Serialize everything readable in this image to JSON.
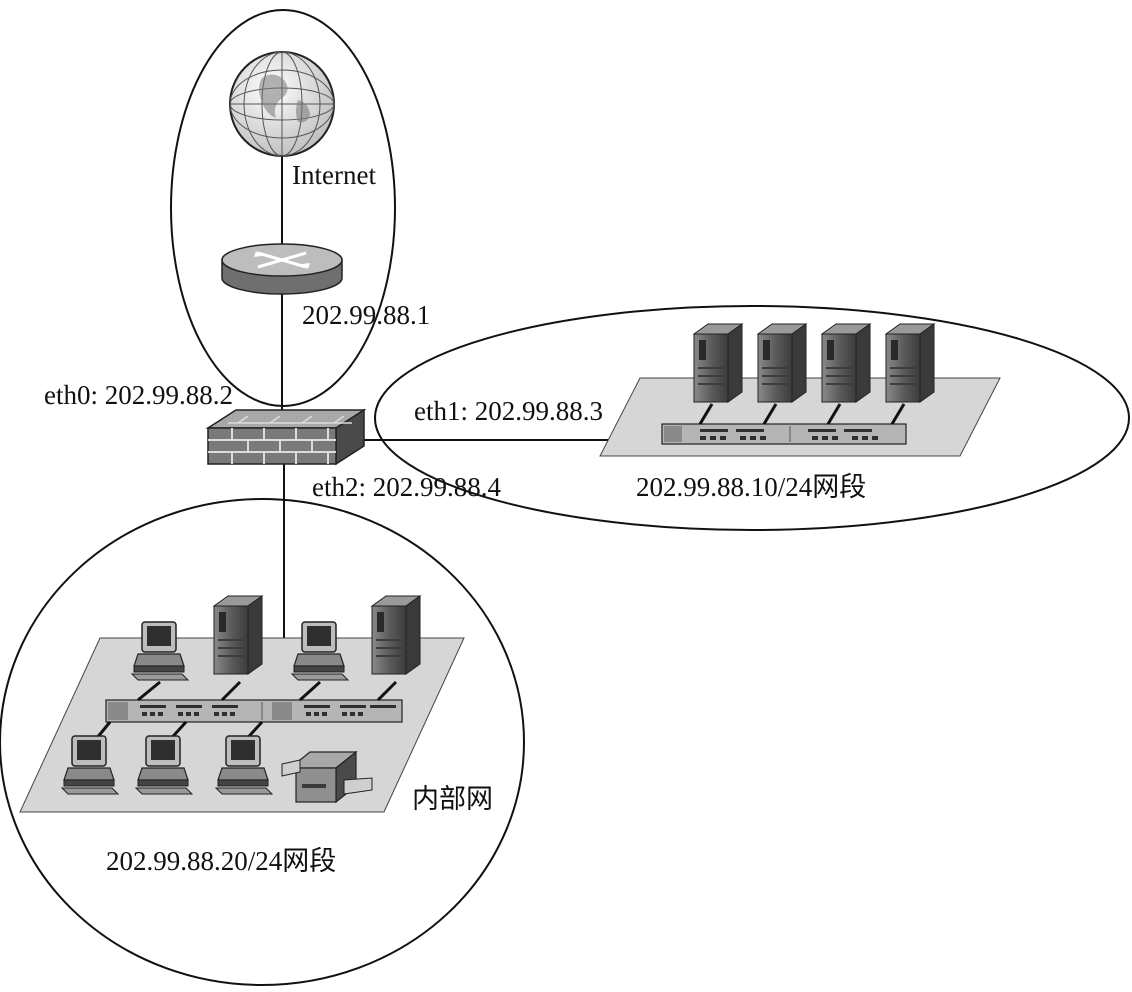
{
  "labels": {
    "internet": "Internet",
    "router_ip": "202.99.88.1",
    "eth0": "eth0: 202.99.88.2",
    "eth1": "eth1: 202.99.88.3",
    "eth2": "eth2: 202.99.88.4",
    "dmz_segment": "202.99.88.10/24网段",
    "internal_name": "内部网",
    "internal_segment": "202.99.88.20/24网段"
  },
  "icons": {
    "globe": "globe-icon",
    "router": "router-icon",
    "firewall": "firewall-icon",
    "server": "server-tower-icon",
    "workstation": "workstation-icon",
    "printer": "printer-icon",
    "switch": "network-switch-icon"
  },
  "colors": {
    "line": "#111111",
    "panel": "#d6d6d6",
    "device_dark": "#5a5a5a",
    "device_light": "#bdbdbd"
  }
}
